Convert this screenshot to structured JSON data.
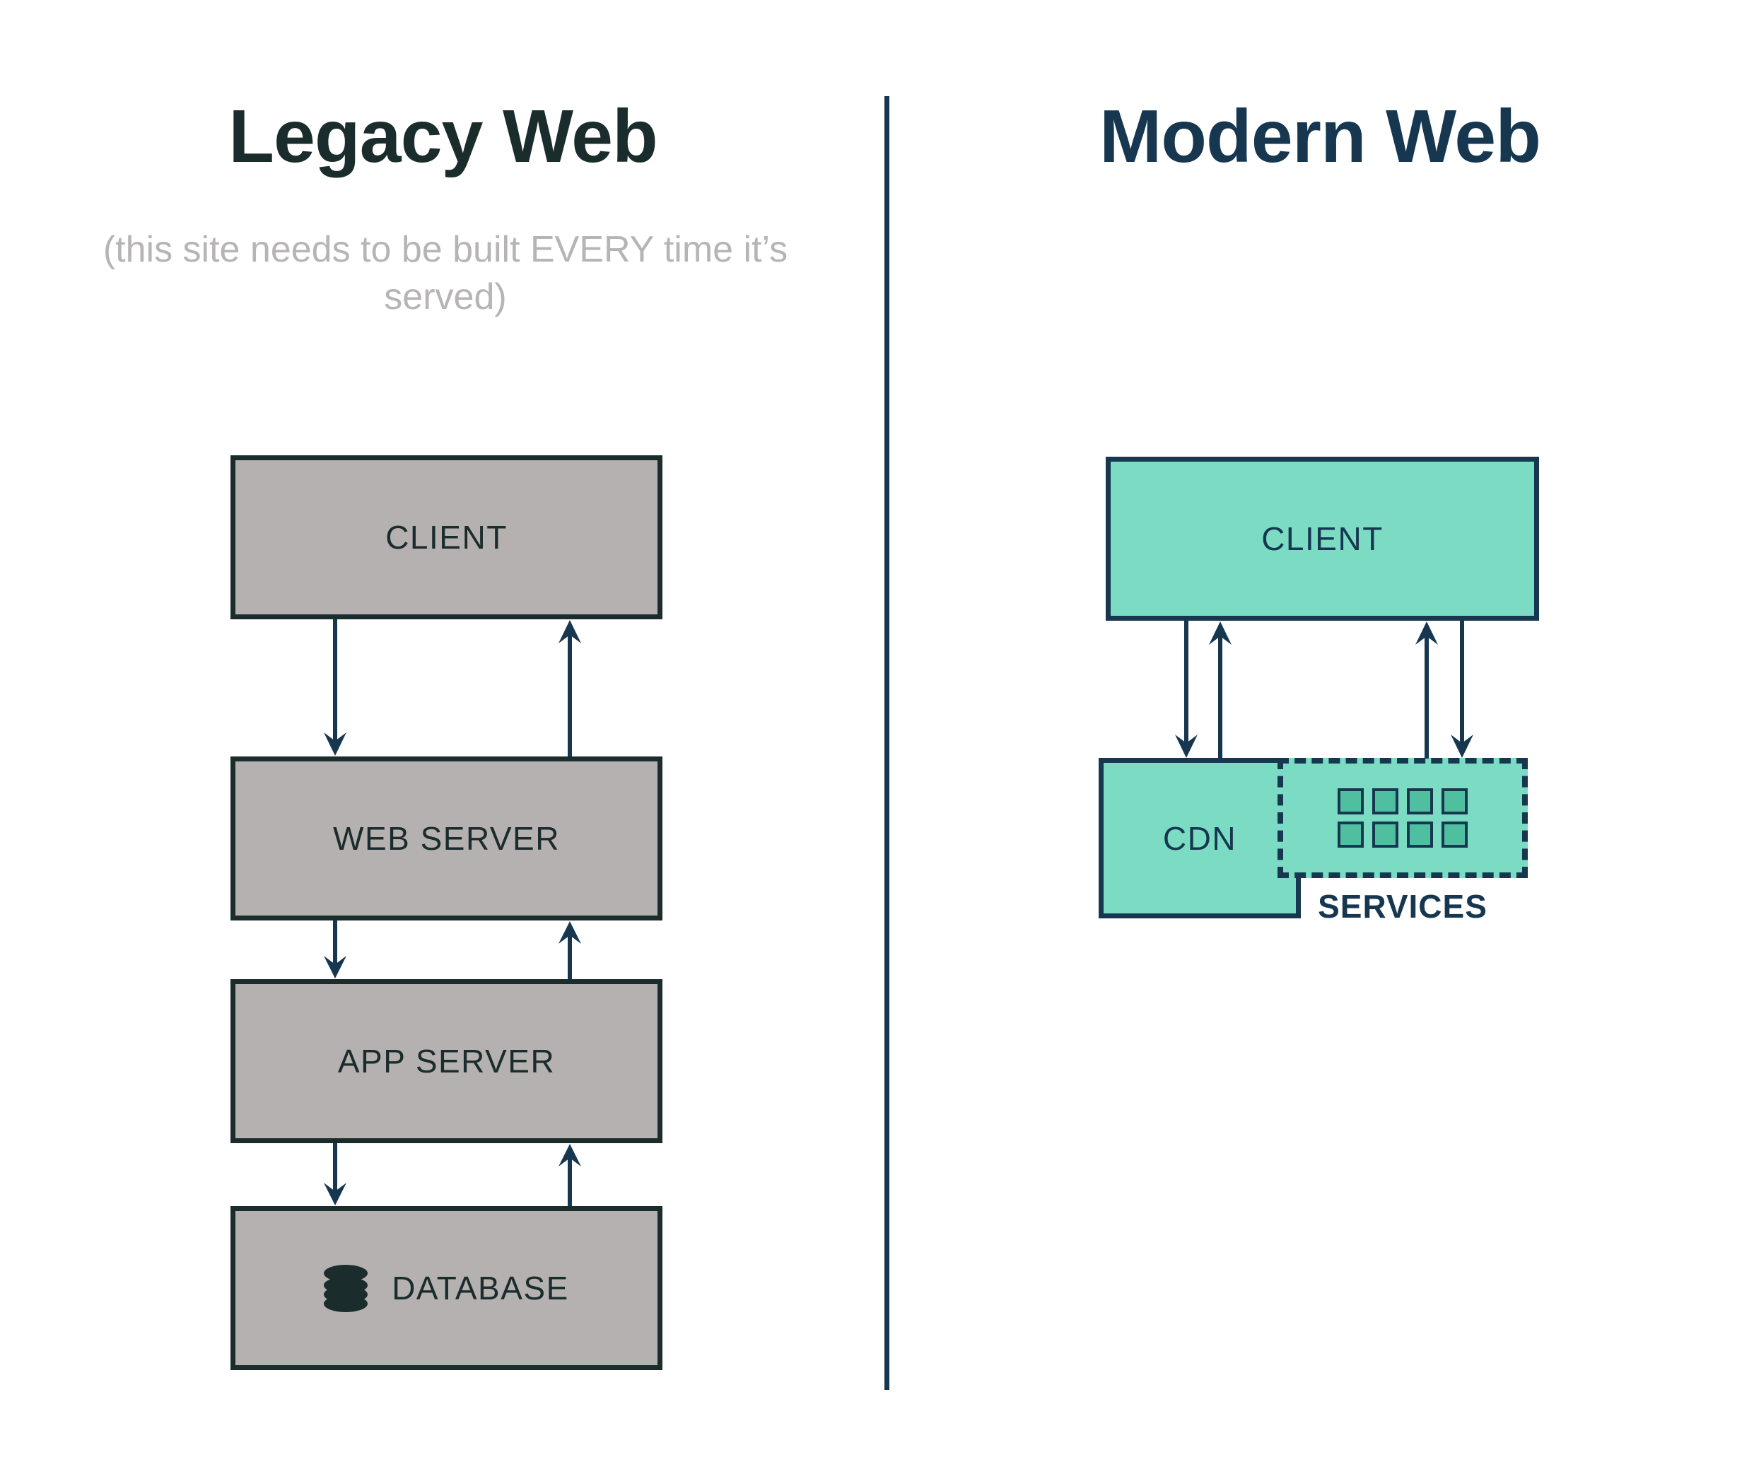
{
  "diagram": {
    "title_left": "Legacy Web",
    "title_right": "Modern Web",
    "subtitle_left": "(this site needs to be built EVERY time it’s served)",
    "colors": {
      "legacy_fill": "#b5b1b0",
      "legacy_stroke": "#1b2c2c",
      "modern_fill": "#7bdcc3",
      "modern_stroke": "#16374f",
      "service_tile_fill": "#4fbfa0",
      "subtitle_text": "#b7b4b4",
      "background": "#ffffff"
    }
  },
  "legacy": {
    "nodes": [
      {
        "id": "client",
        "label": "CLIENT",
        "icon": null
      },
      {
        "id": "web-server",
        "label": "WEB SERVER",
        "icon": null
      },
      {
        "id": "app-server",
        "label": "APP SERVER",
        "icon": null
      },
      {
        "id": "database",
        "label": "DATABASE",
        "icon": "database-icon"
      }
    ],
    "connections": [
      {
        "from": "client",
        "to": "web-server",
        "direction": "down"
      },
      {
        "from": "web-server",
        "to": "client",
        "direction": "up"
      },
      {
        "from": "web-server",
        "to": "app-server",
        "direction": "down"
      },
      {
        "from": "app-server",
        "to": "web-server",
        "direction": "up"
      },
      {
        "from": "app-server",
        "to": "database",
        "direction": "down"
      },
      {
        "from": "database",
        "to": "app-server",
        "direction": "up"
      }
    ]
  },
  "modern": {
    "nodes": [
      {
        "id": "client",
        "label": "CLIENT",
        "style": "solid"
      },
      {
        "id": "cdn",
        "label": "CDN",
        "style": "solid"
      },
      {
        "id": "services",
        "label": "SERVICES",
        "style": "dashed",
        "tiles": 8
      }
    ],
    "connections": [
      {
        "from": "client",
        "to": "cdn",
        "direction": "down"
      },
      {
        "from": "cdn",
        "to": "client",
        "direction": "up"
      },
      {
        "from": "client",
        "to": "services",
        "direction": "down"
      },
      {
        "from": "services",
        "to": "client",
        "direction": "up"
      }
    ]
  }
}
